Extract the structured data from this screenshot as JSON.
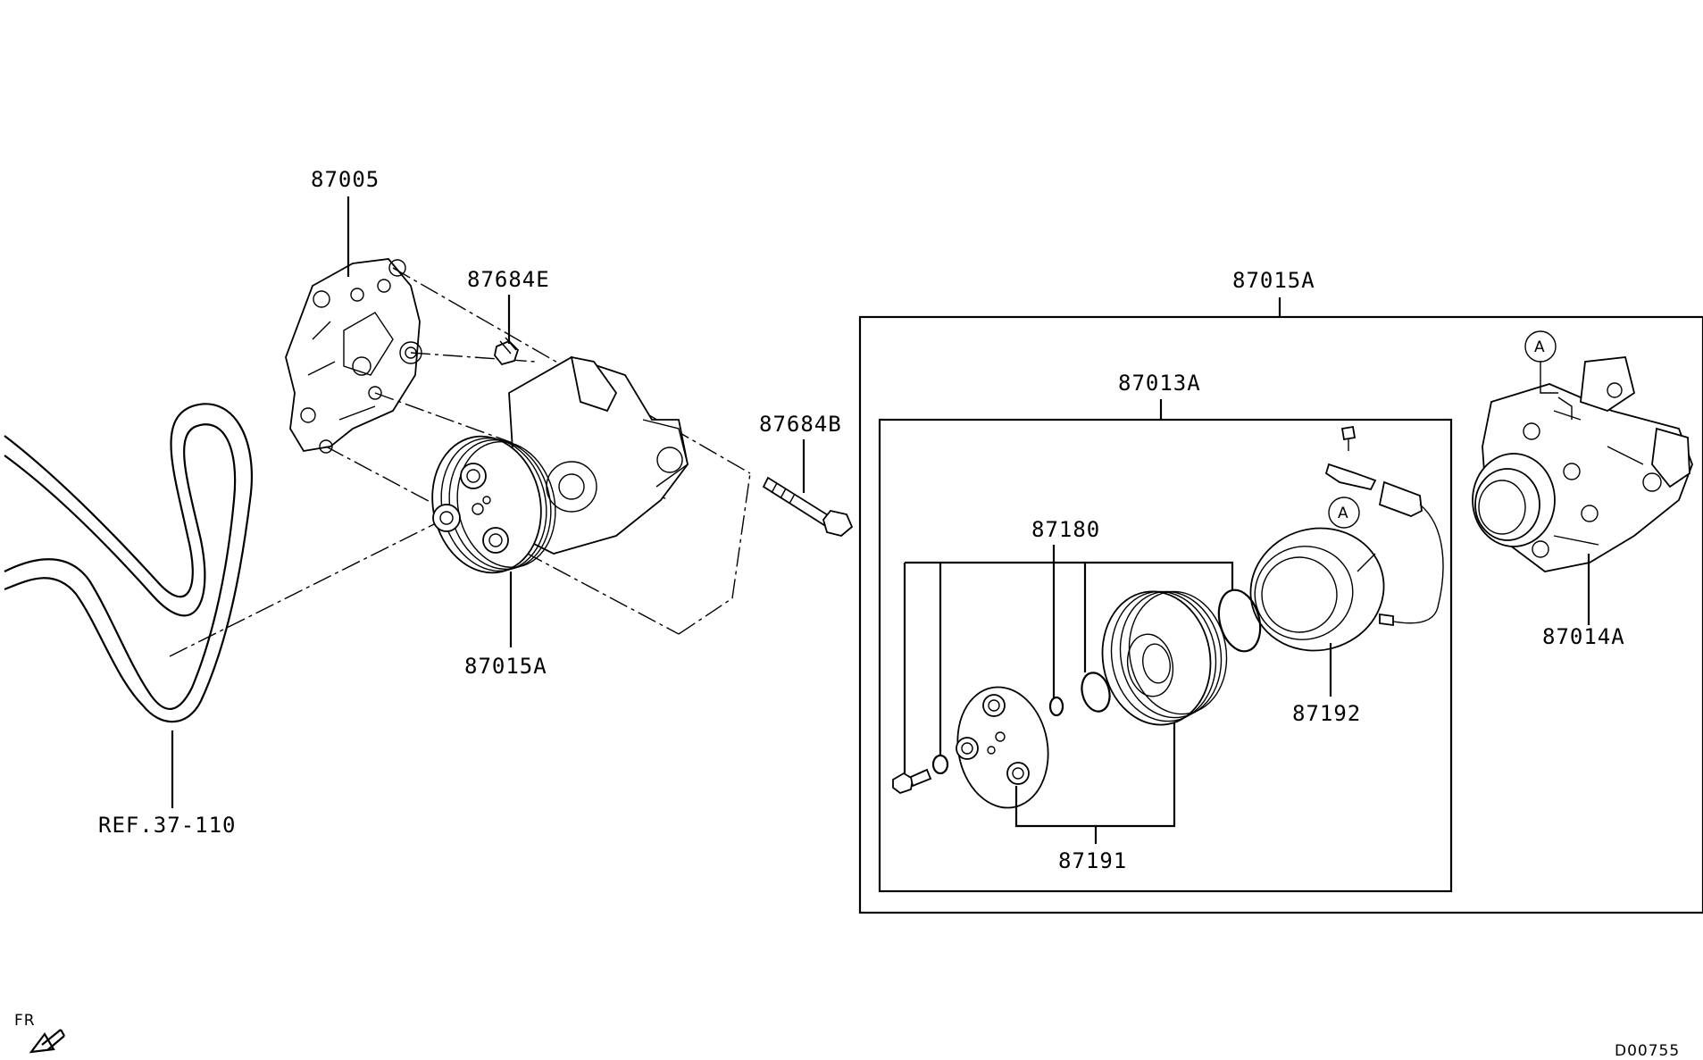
{
  "diagram": {
    "labels": {
      "bracket": "87005",
      "bolt_e": "87684E",
      "bolt_b": "87684B",
      "compressor_assy_top": "87015A",
      "compressor_assy_bottom": "87015A",
      "clutch_assy": "87013A",
      "compressor_body": "87014A",
      "shim_set": "87180",
      "coil": "87192",
      "pulley_hub": "87191",
      "belt_ref": "REF.37-110",
      "marker_a1": "A",
      "marker_a2": "A",
      "front": "FR",
      "drawing_id": "D00755"
    }
  }
}
